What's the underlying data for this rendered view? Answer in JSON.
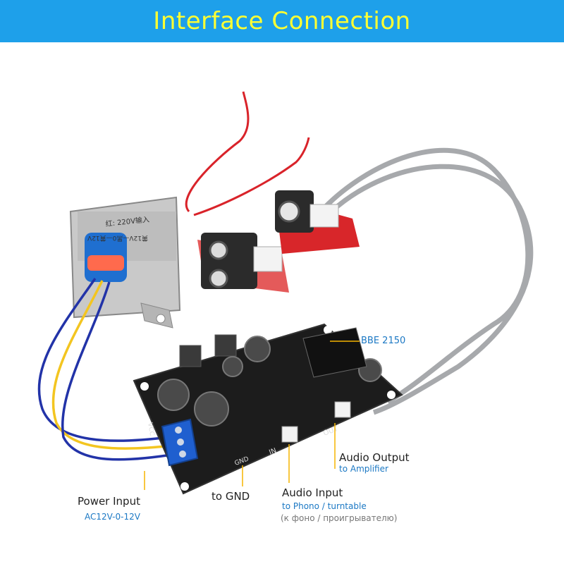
{
  "banner": {
    "title": "Interface  Connection"
  },
  "transformer": {
    "label_line1": "红: 220V输入",
    "label_line2": "黄12V—黑0—黄12V"
  },
  "board": {
    "silk": {
      "vcc": "VCC",
      "gnd": "GND",
      "in": "IN",
      "out": "OUT"
    }
  },
  "callouts": {
    "chip": "BBE 2150",
    "power_input": {
      "title": "Power Input",
      "sub": "AC12V-0-12V"
    },
    "gnd": {
      "title": "to GND"
    },
    "audio_input": {
      "title": "Audio Input",
      "sub": "to Phono / turntable",
      "sub2": "(к фоно / проигрывателю)"
    },
    "audio_output": {
      "title": "Audio Output",
      "sub": "to Amplifier"
    }
  },
  "colors": {
    "banner": "#1ea0ea",
    "banner_text": "#ffff33",
    "callout_line": "#f5b400",
    "pcb": "#1c1c1c",
    "terminal": "#1f5fcf",
    "red_board": "#d8262a",
    "cable": "#a7a9ac"
  }
}
